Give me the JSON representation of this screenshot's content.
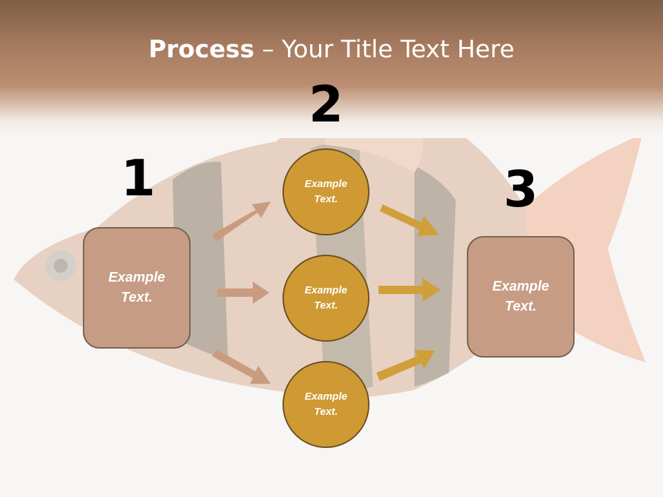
{
  "title": {
    "bold": "Process",
    "rest": " – Your Title Text Here"
  },
  "steps": [
    {
      "number": "1"
    },
    {
      "number": "2"
    },
    {
      "number": "3"
    }
  ],
  "input_box": {
    "label": "Example\nText."
  },
  "circles": [
    {
      "label": "Example\nText."
    },
    {
      "label": "Example\nText."
    },
    {
      "label": "Example\nText."
    }
  ],
  "output_box": {
    "label": "Example\nText."
  },
  "colors": {
    "box_fill": "#c69c84",
    "circle_fill": "#cf9a34",
    "arrow_left": "#c99c80",
    "arrow_right": "#d09f3a"
  }
}
